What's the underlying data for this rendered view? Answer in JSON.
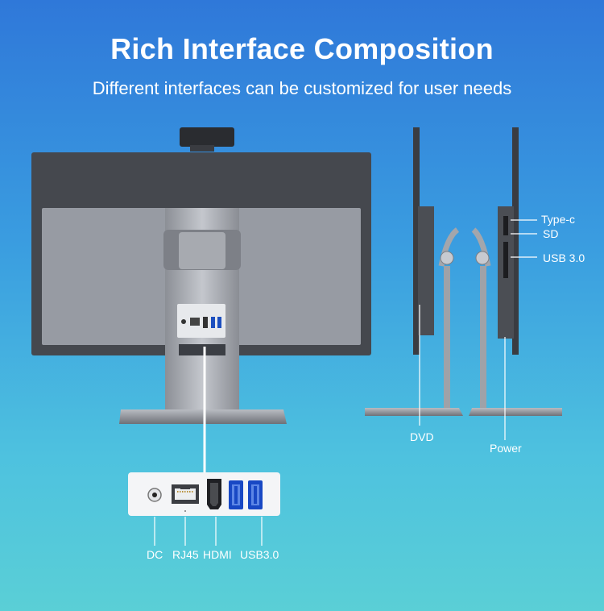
{
  "header": {
    "title": "Rich Interface Composition",
    "subtitle": "Different interfaces can be customized for user needs"
  },
  "side_ports": {
    "type_c": "Type-c",
    "sd": "SD",
    "usb": "USB 3.0"
  },
  "side_labels": {
    "dvd": "DVD",
    "power": "Power"
  },
  "rear_ports": {
    "dc": "DC",
    "rj45": "RJ45",
    "hdmi": "HDMI",
    "usb": "USB3.0"
  }
}
